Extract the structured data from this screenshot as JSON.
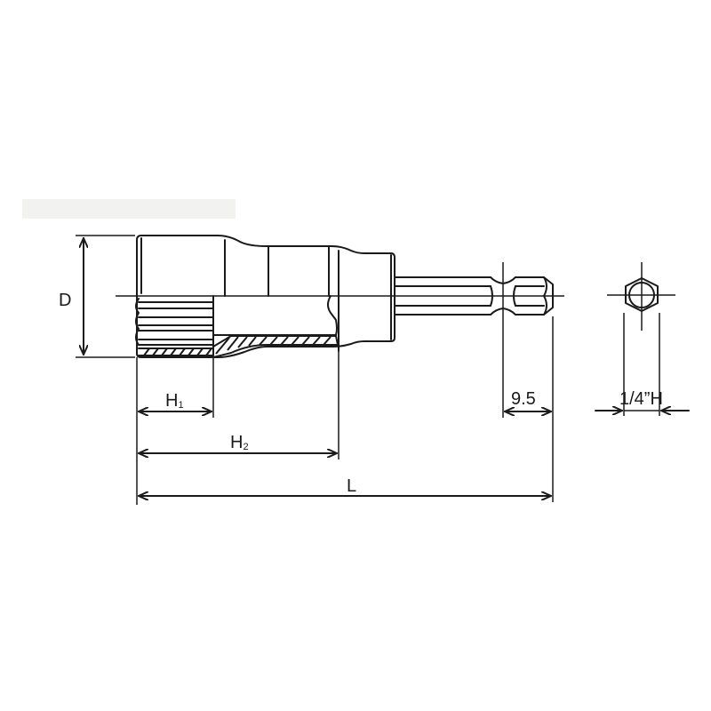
{
  "diagram": {
    "type": "technical-drawing",
    "subject": "bit socket with 1/4\" hex shank",
    "views": [
      "side-view-half-section",
      "end-view-hex-shank"
    ]
  },
  "dimensions": {
    "D": {
      "label": "D",
      "meaning": "outer diameter"
    },
    "H1": {
      "label": "H",
      "subscript": "1"
    },
    "H2": {
      "label": "H",
      "subscript": "2"
    },
    "L": {
      "label": "L",
      "meaning": "overall length"
    },
    "shank_groove": {
      "label": "9.5"
    },
    "hex_size": {
      "label": "1/4”H"
    }
  },
  "colors": {
    "line": "#1a1a1a",
    "background": "#ffffff"
  }
}
